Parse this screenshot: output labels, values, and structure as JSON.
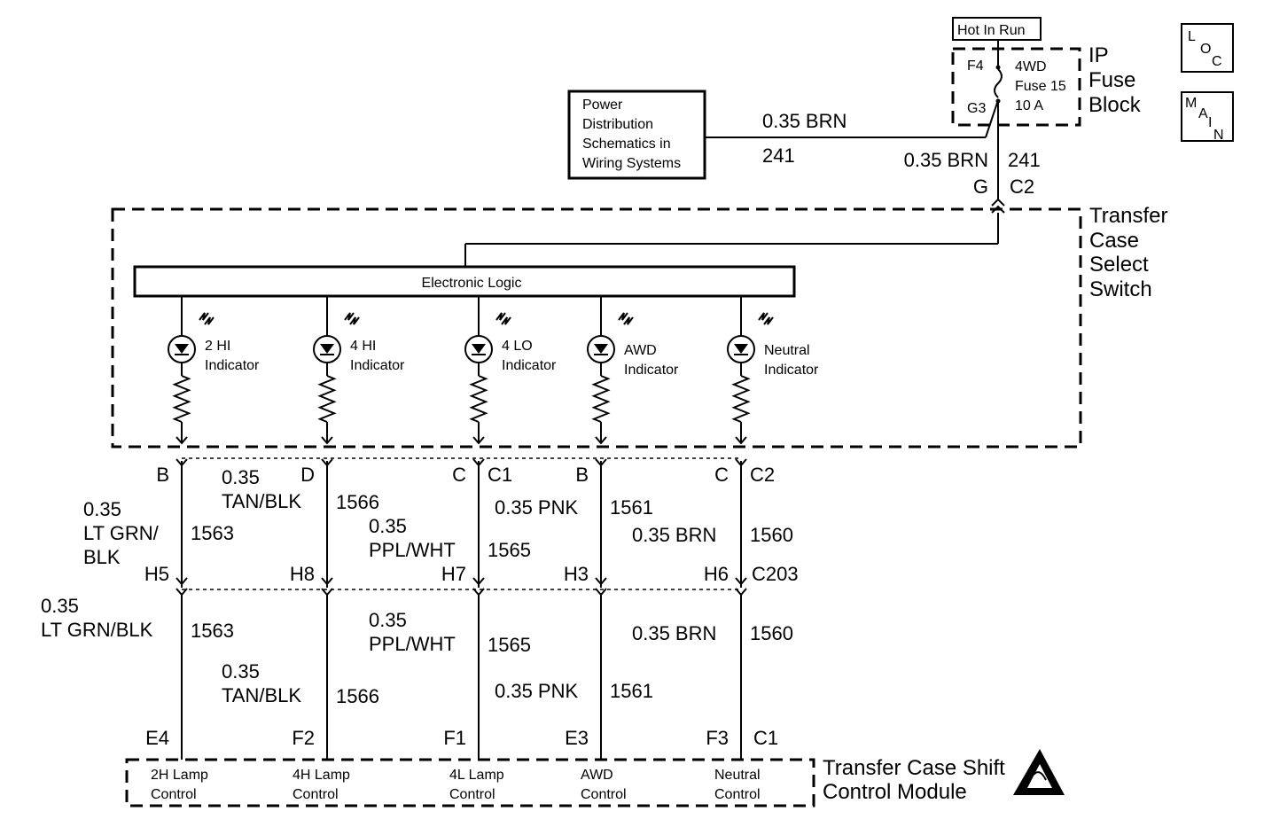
{
  "hot_label": "Hot In Run",
  "fuse_block": {
    "title": [
      "IP",
      "Fuse",
      "Block"
    ],
    "pin_in": "F4",
    "pin_out": "G3",
    "fuse_lines": [
      "4WD",
      "Fuse 15",
      "10 A"
    ]
  },
  "loc_icon": {
    "label": [
      "L",
      "O",
      "C"
    ],
    "name": "loc-icon"
  },
  "main_icon": {
    "label": [
      "M",
      "A",
      "I",
      "N"
    ],
    "name": "main-icon"
  },
  "power_box": [
    "Power",
    "Distribution",
    "Schematics in",
    "Wiring Systems"
  ],
  "feed_wire": {
    "size_color": "0.35 BRN",
    "circuit": "241"
  },
  "switch_feed": {
    "size_color": "0.35 BRN",
    "circuit": "241",
    "pin": "G",
    "connector": "C2"
  },
  "switch": {
    "title": [
      "Transfer",
      "Case",
      "Select",
      "Switch"
    ],
    "logic": "Electronic Logic",
    "indicators": [
      {
        "lines": [
          "2 HI",
          "Indicator"
        ],
        "pin": "B",
        "connector": ""
      },
      {
        "lines": [
          "4 HI",
          "Indicator"
        ],
        "pin": "D",
        "connector": ""
      },
      {
        "lines": [
          "4 LO",
          "Indicator"
        ],
        "pin": "C",
        "connector": "C1"
      },
      {
        "lines": [
          "AWD",
          "Indicator"
        ],
        "pin": "B",
        "connector": ""
      },
      {
        "lines": [
          "Neutral",
          "Indicator"
        ],
        "pin": "C",
        "connector": "C2"
      }
    ]
  },
  "upper_wires": [
    {
      "size_color": [
        "0.35",
        "LT GRN/",
        "BLK"
      ],
      "circuit": "1563",
      "inline_pin": "H5"
    },
    {
      "size_color": [
        "0.35",
        "TAN/BLK"
      ],
      "circuit": "1566",
      "inline_pin": "H8"
    },
    {
      "size_color": [
        "0.35",
        "PPL/WHT"
      ],
      "circuit": "1565",
      "inline_pin": "H7"
    },
    {
      "size_color": [
        "0.35 PNK"
      ],
      "circuit": "1561",
      "inline_pin": "H3"
    },
    {
      "size_color": [
        "0.35 BRN"
      ],
      "circuit": "1560",
      "inline_pin": "H6"
    }
  ],
  "inline_connector": "C203",
  "lower_wires": [
    {
      "size_color": [
        "0.35",
        "LT GRN/BLK"
      ],
      "circuit": "1563",
      "pin": "E4"
    },
    {
      "size_color": [
        "0.35",
        "TAN/BLK"
      ],
      "circuit": "1566",
      "pin": "F2"
    },
    {
      "size_color": [
        "0.35",
        "PPL/WHT"
      ],
      "circuit": "1565",
      "pin": "F1"
    },
    {
      "size_color": [
        "0.35 PNK"
      ],
      "circuit": "1561",
      "pin": "E3"
    },
    {
      "size_color": [
        "0.35 BRN"
      ],
      "circuit": "1560",
      "pin": "F3"
    }
  ],
  "module_connector": "C1",
  "module": {
    "title": [
      "Transfer Case Shift",
      "Control Module"
    ],
    "outputs": [
      [
        "2H Lamp",
        "Control"
      ],
      [
        "4H Lamp",
        "Control"
      ],
      [
        "4L Lamp",
        "Control"
      ],
      [
        "AWD",
        "Control"
      ],
      [
        "Neutral",
        "Control"
      ]
    ],
    "esd_icon": "esd-warning-icon"
  }
}
